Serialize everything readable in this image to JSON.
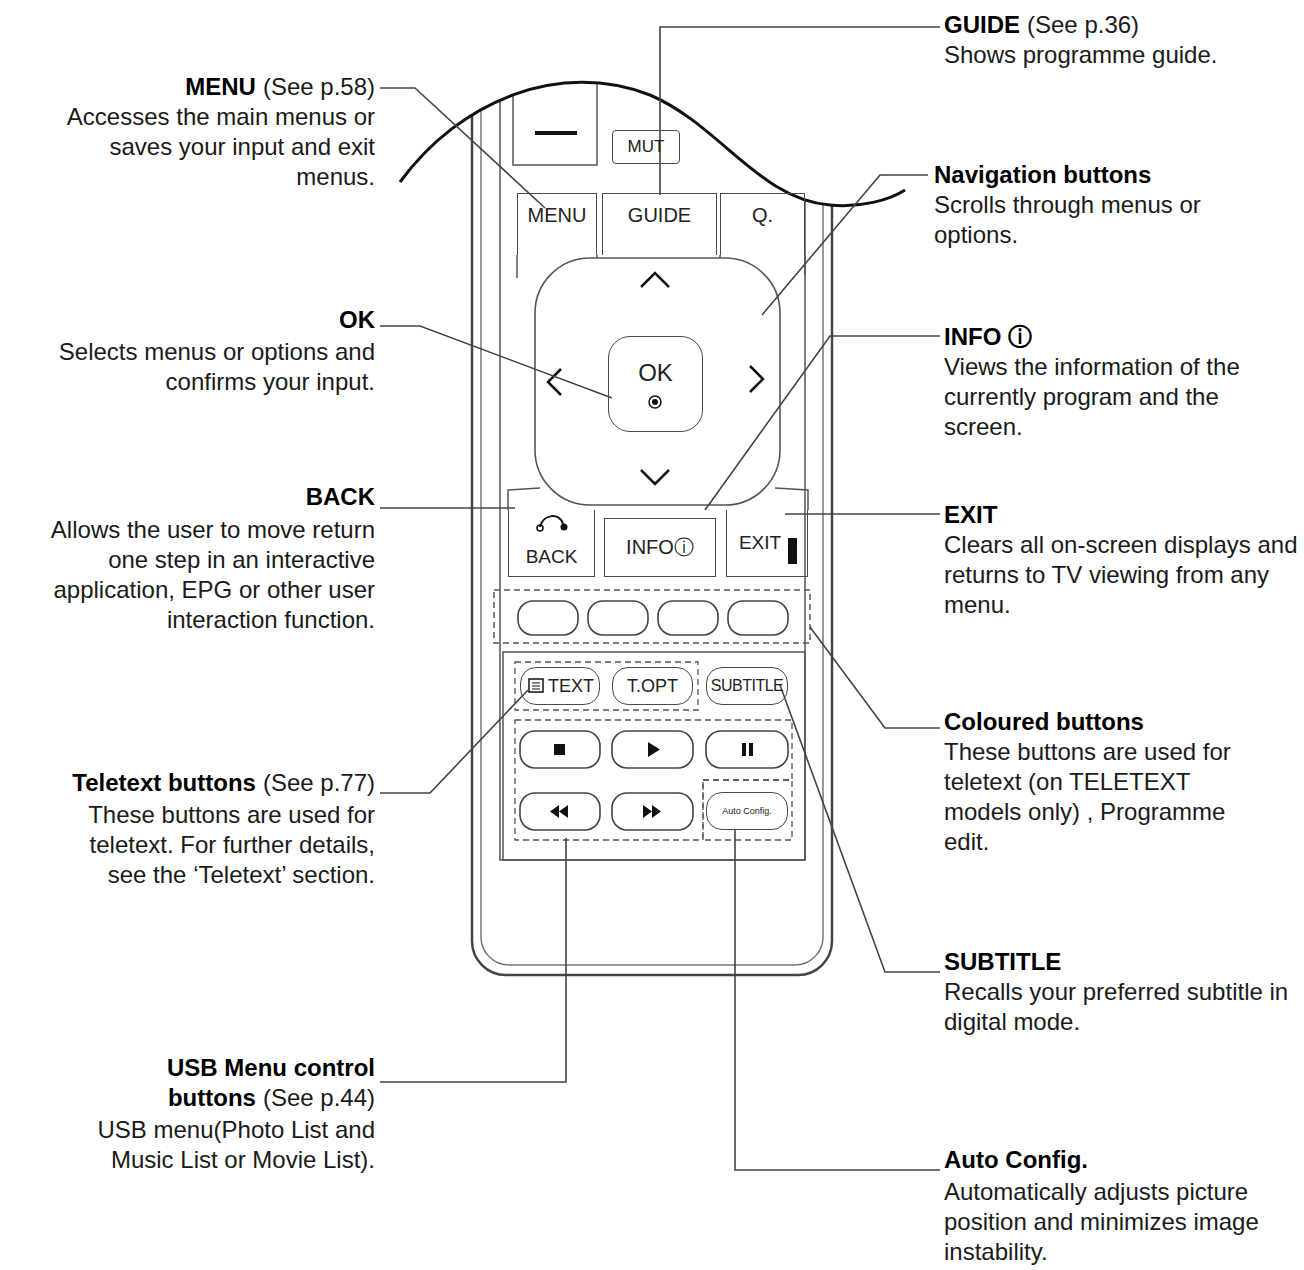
{
  "diagram": {
    "nodes": [
      {
        "text": [
          "MUT"
        ]
      },
      {
        "text": [
          "MENU"
        ]
      },
      {
        "text": [
          "GUIDE"
        ]
      },
      {
        "text": [
          "Q."
        ]
      },
      {
        "text": [
          "OK"
        ]
      },
      {
        "text": [
          "BACK"
        ]
      },
      {
        "text": [
          "INFOⓘ"
        ]
      },
      {
        "text": [
          "EXIT"
        ]
      },
      {
        "text": [
          "TEXT"
        ]
      },
      {
        "text": [
          "T.OPT"
        ]
      },
      {
        "text": [
          "SUBTITLE"
        ]
      },
      {
        "text": [
          "Auto Config."
        ]
      }
    ],
    "labels": [
      "MENU",
      "(See p.58)",
      "Accesses the main menus or saves your input and exit menus.",
      "OK",
      "Selects menus or options and confirms your input.",
      "BACK",
      "Allows the user to move return one step in an interactive application, EPG or other user interaction function.",
      "Teletext buttons",
      "(See p.77)",
      "These buttons are used for teletext. For further details, see the ‘Teletext’ section.",
      "USB Menu control buttons",
      "(See p.44)",
      "USB menu(Photo List and Music List or Movie List).",
      "GUIDE",
      "(See p.36)",
      "Shows programme guide.",
      "Navigation buttons",
      "Scrolls through menus or options.",
      "INFO ⓘ",
      "Views the information of the currently program and the screen.",
      "EXIT",
      "Clears all on-screen displays and returns to TV viewing from any menu.",
      "Coloured buttons",
      "These buttons are used for teletext (on TELETEXT models only) , Programme edit.",
      "SUBTITLE",
      "Recalls your preferred subtitle in digital mode.",
      "Auto Config.",
      "Automatically adjusts picture position and minimizes image instability."
    ]
  }
}
